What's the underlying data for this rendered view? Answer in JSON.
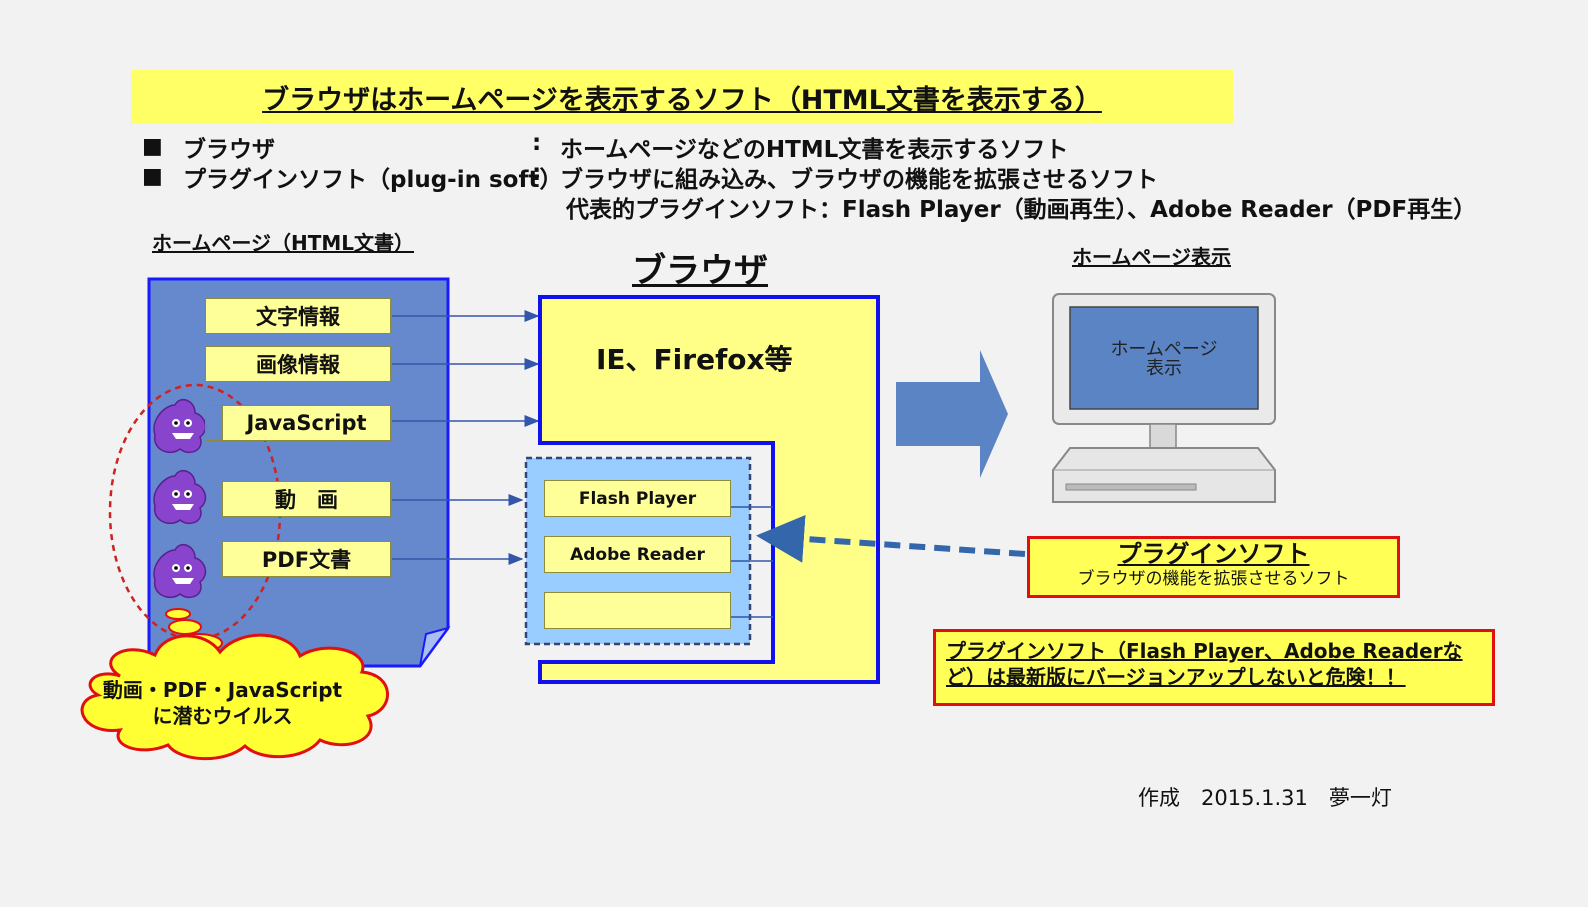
{
  "title": "ブラウザはホームページを表示するソフト（HTML文書を表示する）",
  "definitions": [
    {
      "bullet": "■",
      "term": "ブラウザ",
      "colon": ":",
      "desc": "ホームページなどのHTML文書を表示するソフト"
    },
    {
      "bullet": "■",
      "term": "プラグインソフト（plug-in soft）",
      "colon": ":",
      "desc": "ブラウザに組み込み、ブラウザの機能を拡張させるソフト"
    }
  ],
  "representative": "代表的プラグインソフト：Flash Player（動画再生）、Adobe Reader（PDF再生）",
  "homepage_doc": {
    "label": "ホームページ（HTML文書）",
    "items": [
      "文字情報",
      "画像情報",
      "JavaScript",
      "動　画",
      "PDF文書"
    ]
  },
  "browser": {
    "heading": "ブラウザ",
    "examples": "IE、Firefox等",
    "plugins": [
      "Flash Player",
      "Adobe Reader",
      ""
    ]
  },
  "display": {
    "label": "ホームページ表示",
    "screen_line1": "ホームページ",
    "screen_line2": "表示"
  },
  "virus_cloud": {
    "line1": "動画・PDF・JavaScript",
    "line2": "に潜むウイルス"
  },
  "plugin_callout": {
    "title": "プラグインソフト",
    "subtitle": "ブラウザの機能を拡張させるソフト"
  },
  "warning": {
    "line1": "プラグインソフト（Flash Player、Adobe Readerな",
    "line2": "ど）は最新版にバージョンアップしないと危険！！"
  },
  "credit": "作成　2015.1.31　夢一灯",
  "colors": {
    "banner": "#ffff66",
    "doc_fill": "#6688cc",
    "doc_border": "#1a1aff",
    "browser_fill": "#ffff88",
    "browser_border": "#1111ee",
    "plugin_area": "#99ccff",
    "callout_border": "#e01010",
    "virus": "#8844cc"
  }
}
